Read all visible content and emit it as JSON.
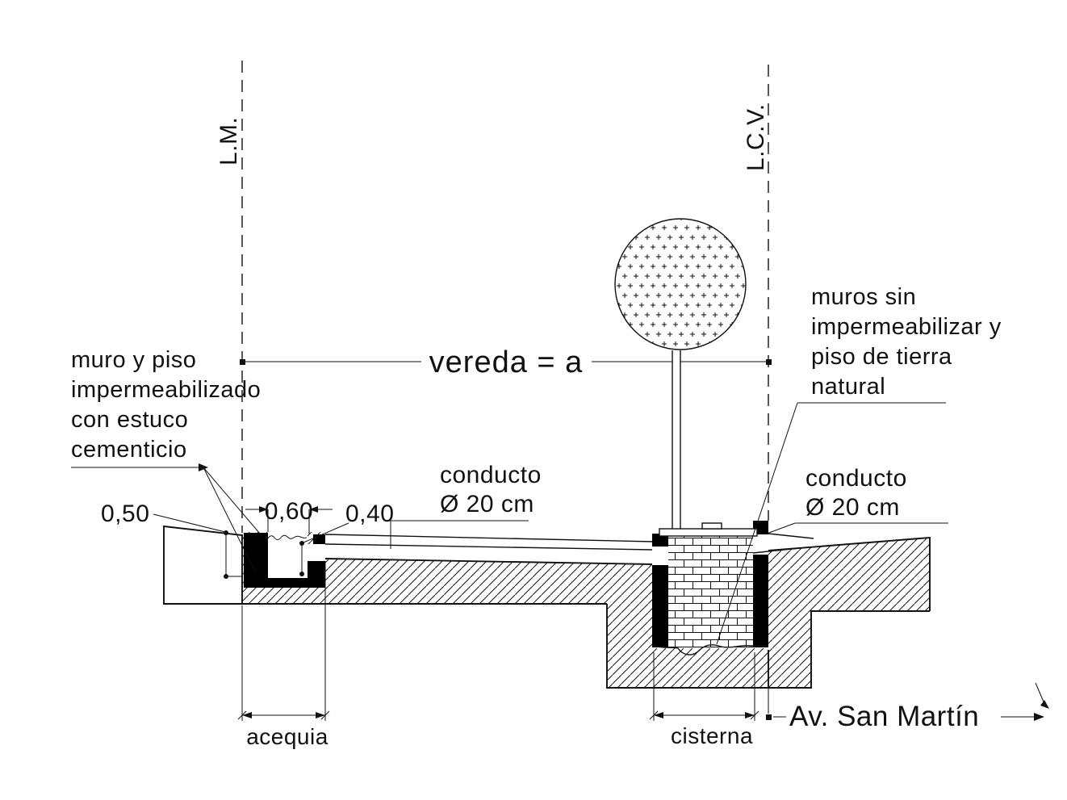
{
  "drawing": {
    "reference_lines": {
      "lm": "L.M.",
      "lcv": "L.C.V."
    },
    "dimensions": {
      "vereda": "vereda = a",
      "depth_outer": "0,50",
      "width_inner": "0,60",
      "depth_inner": "0,40",
      "acequia": "acequia",
      "cisterna": "cisterna"
    },
    "notes": {
      "waterproof": [
        "muro y piso",
        "impermeabilizado",
        "con estuco",
        "cementicio"
      ],
      "natural": [
        "muros sin",
        "impermeabilizar y",
        "piso de tierra",
        "natural"
      ],
      "conduct_left": [
        "conducto",
        "Ø 20 cm"
      ],
      "conduct_right": [
        "conducto",
        "Ø 20 cm"
      ]
    },
    "street": {
      "name": "Av. San Martín"
    },
    "colors": {
      "ink": "#111111",
      "paper": "#ffffff",
      "solid_fill": "#000000"
    }
  }
}
